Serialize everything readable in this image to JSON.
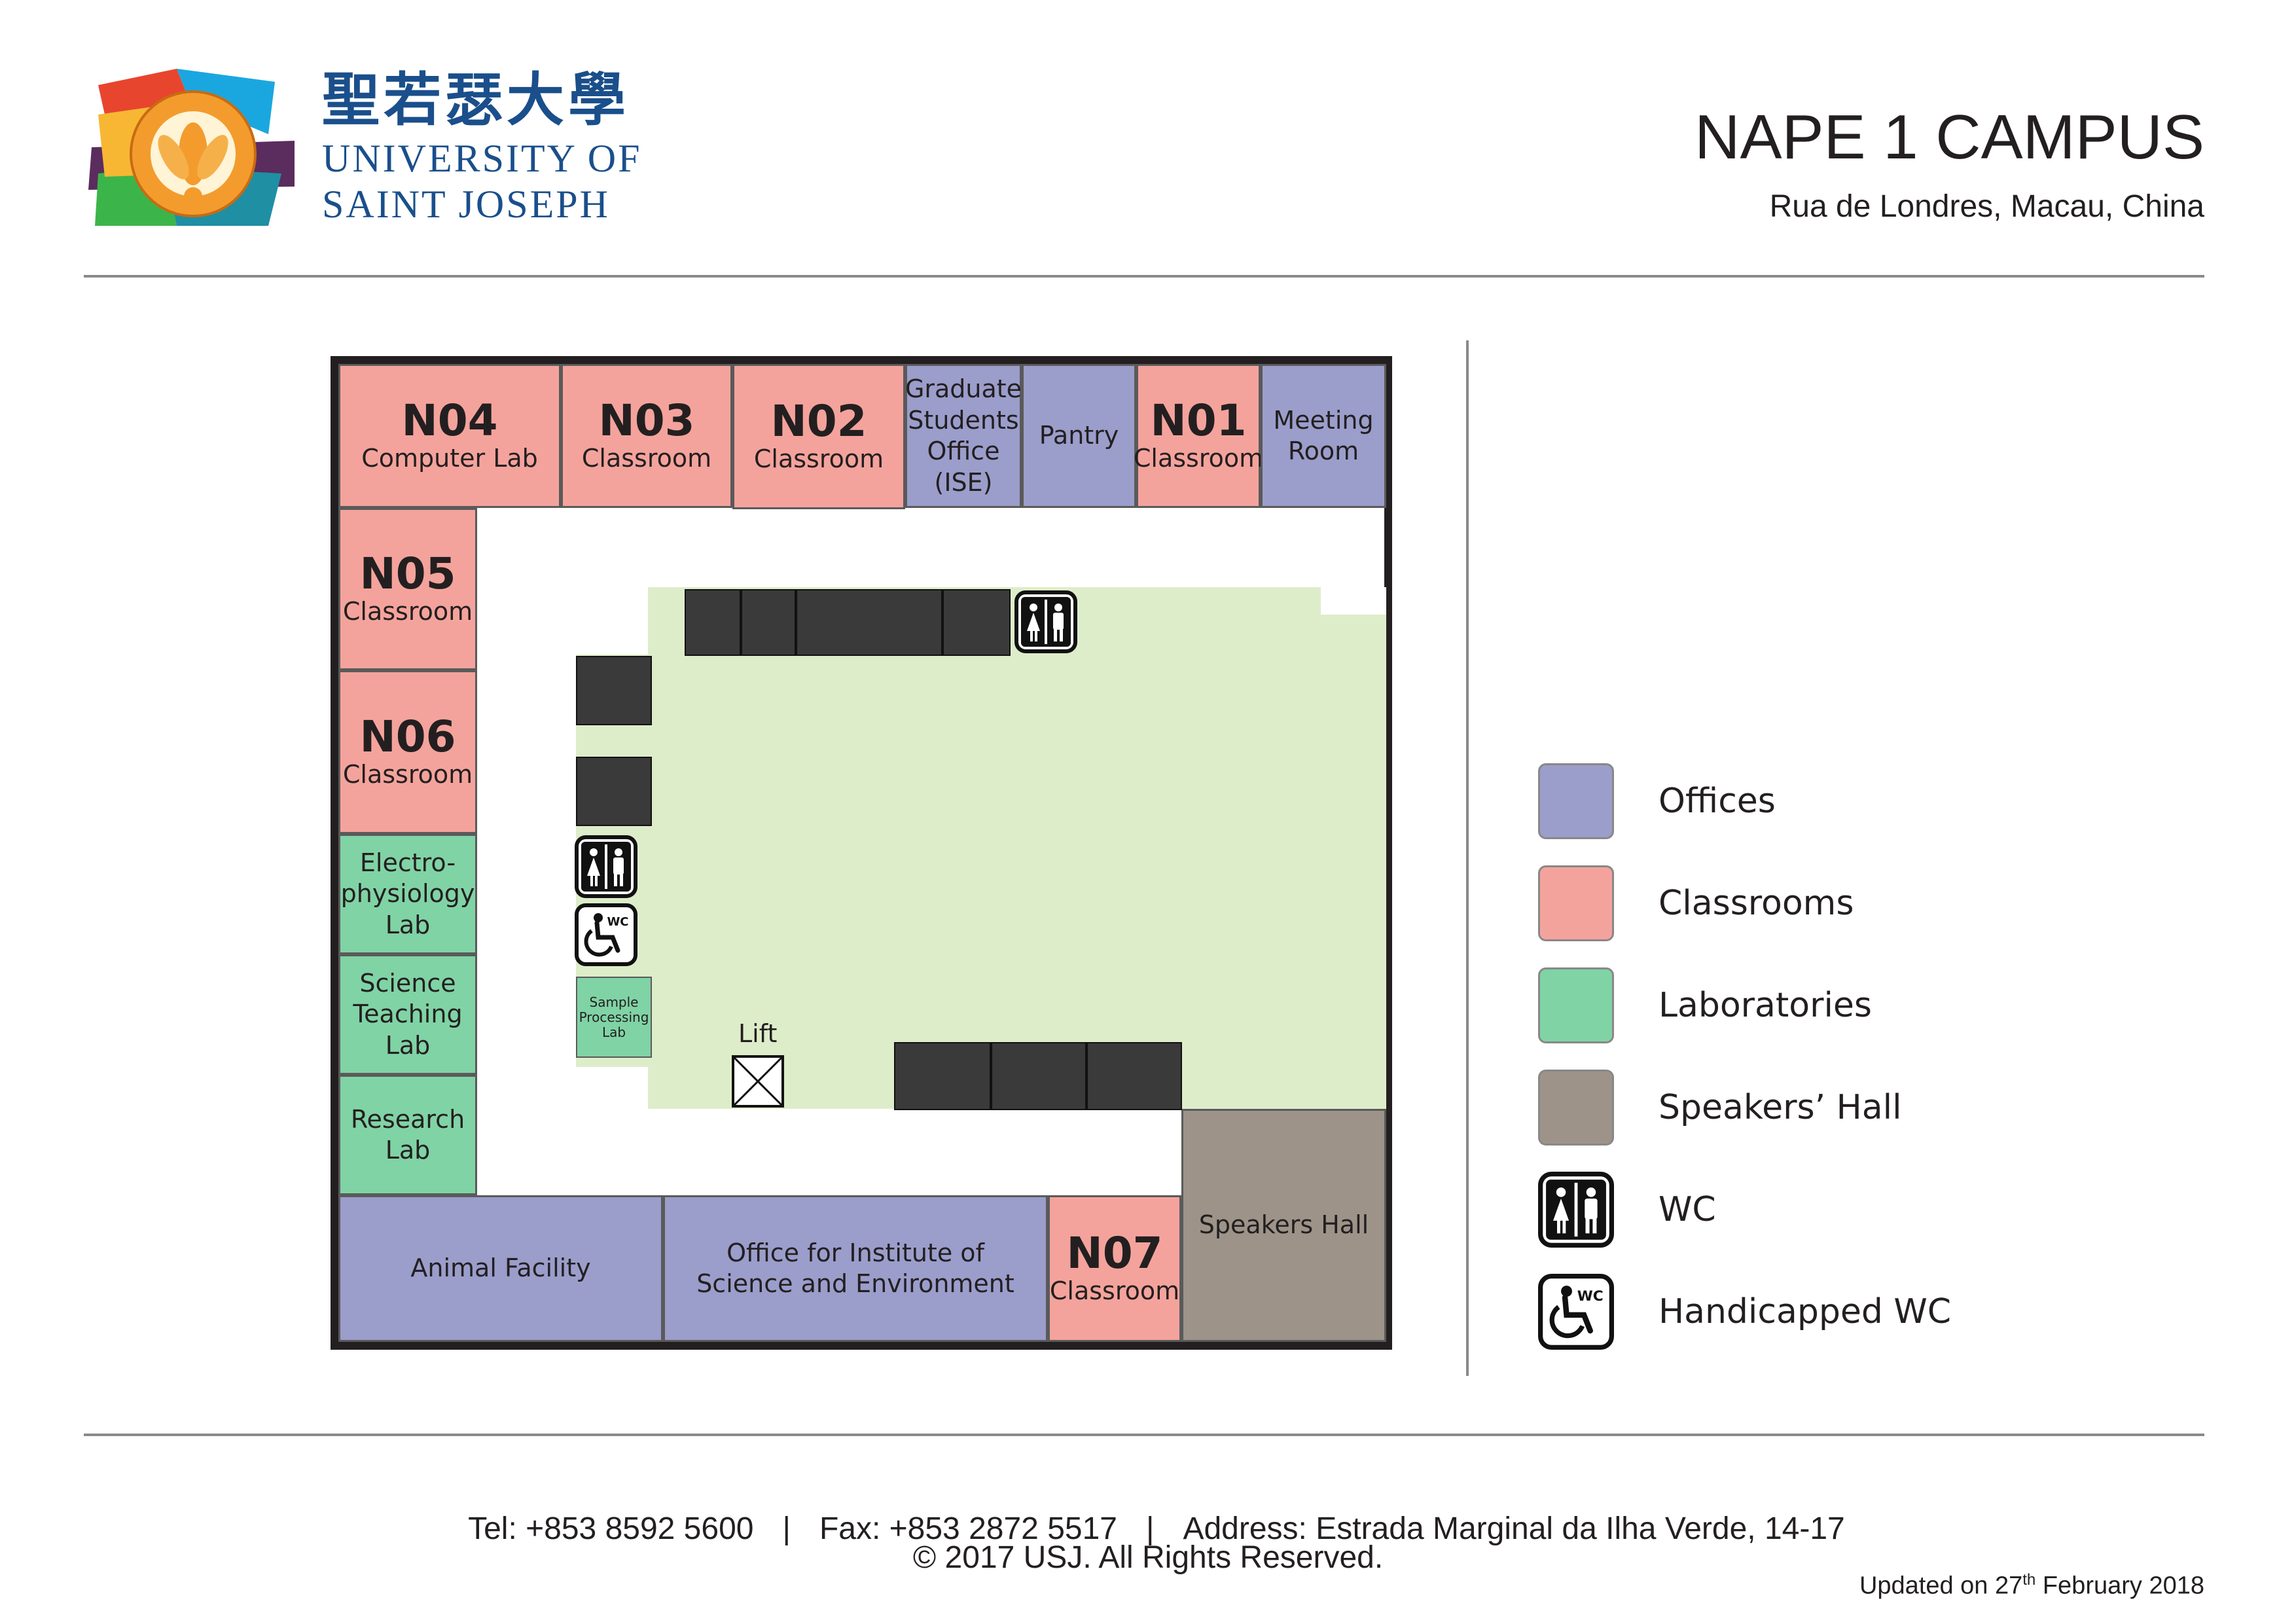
{
  "header": {
    "university_chinese": "聖若瑟大學",
    "university_line1": "UNIVERSITY OF",
    "university_line2": "SAINT JOSEPH",
    "campus_title": "NAPE 1 CAMPUS",
    "campus_address": "Rua de Londres, Macau, China"
  },
  "colors": {
    "offices": "#9b9dcb",
    "classrooms": "#f4a39c",
    "laboratories": "#80d3a5",
    "speakers_hall": "#9d9389",
    "courtyard": "#deedc9",
    "building_outline": "#231f20"
  },
  "rooms": {
    "n04": {
      "code": "N04",
      "label": "Computer Lab"
    },
    "n03": {
      "code": "N03",
      "label": "Classroom"
    },
    "n02": {
      "code": "N02",
      "label": "Classroom"
    },
    "grad": {
      "label1": "Graduate",
      "label2": "Students",
      "label3": "Office",
      "label4": "(ISE)"
    },
    "pantry": {
      "label": "Pantry"
    },
    "n01": {
      "code": "N01",
      "label": "Classroom"
    },
    "meeting": {
      "label1": "Meeting",
      "label2": "Room"
    },
    "n05": {
      "code": "N05",
      "label": "Classroom"
    },
    "n06": {
      "code": "N06",
      "label": "Classroom"
    },
    "electro": {
      "label1": "Electro-",
      "label2": "physiology",
      "label3": "Lab"
    },
    "science": {
      "label1": "Science",
      "label2": "Teaching",
      "label3": "Lab"
    },
    "research": {
      "label1": "Research",
      "label2": "Lab"
    },
    "animal": {
      "label": "Animal Facility"
    },
    "office_ise": {
      "label1": "Office for Institute of",
      "label2": "Science and Environment"
    },
    "n07": {
      "code": "N07",
      "label": "Classroom"
    },
    "speakers": {
      "label": "Speakers Hall"
    },
    "sample": {
      "label1": "Sample",
      "label2": "Processing",
      "label3": "Lab"
    },
    "lift": {
      "label": "Lift"
    }
  },
  "icons": {
    "wc": "wc-icon",
    "handicapped_wc": "handicapped-wc-icon",
    "lift": "lift-icon",
    "wc_badge_text": "WC"
  },
  "legend": [
    {
      "label": "Offices",
      "color": "#9b9dcb"
    },
    {
      "label": "Classrooms",
      "color": "#f4a39c"
    },
    {
      "label": "Laboratories",
      "color": "#80d3a5"
    },
    {
      "label": "Speakers’ Hall",
      "color": "#9d9389"
    },
    {
      "label": "WC",
      "icon": "wc-icon"
    },
    {
      "label": "Handicapped WC",
      "icon": "handicapped-wc-icon"
    }
  ],
  "footer": {
    "tel": "Tel: +853 8592 5600",
    "sep1": "|",
    "fax": "Fax: +853 2872 5517",
    "sep2": "|",
    "address": "Address: Estrada Marginal da Ilha Verde, 14-17",
    "copyright": "© 2017 USJ. All Rights Reserved.",
    "updated_prefix": "Updated on 27",
    "updated_sup": "th",
    "updated_suffix": " February 2018"
  }
}
